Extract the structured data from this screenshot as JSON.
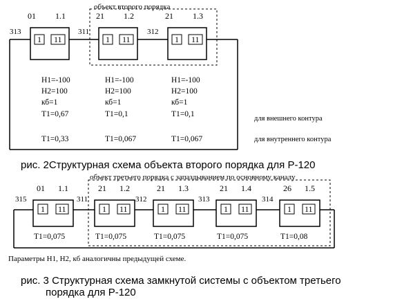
{
  "fig2": {
    "group_label": "объект второго порядка",
    "blocks": [
      {
        "num": "01",
        "idx": "1.1",
        "in_port": "313",
        "in_label": "1",
        "out_label": "11"
      },
      {
        "num": "21",
        "idx": "1.2",
        "in_port": "311",
        "in_label": "1",
        "out_label": "11"
      },
      {
        "num": "21",
        "idx": "1.3",
        "in_port": "312",
        "in_label": "1",
        "out_label": "11"
      }
    ],
    "params": [
      {
        "h1": "H1=-100",
        "h2": "H2=100",
        "kb": "кб=1",
        "t1_outer": "T1=0,67",
        "t1_inner": "T1=0,33"
      },
      {
        "h1": "H1=-100",
        "h2": "H2=100",
        "kb": "кб=1",
        "t1_outer": "T1=0,1",
        "t1_inner": "T1=0,067"
      },
      {
        "h1": "H1=-100",
        "h2": "H2=100",
        "kb": "кб=1",
        "t1_outer": "T1=0,1",
        "t1_inner": "T1=0,067"
      }
    ],
    "note_outer": "для внешнего контура",
    "note_inner": "для внутреннего контура",
    "caption": "рис. 2Структурная схема объекта второго порядка для Р-120"
  },
  "fig3": {
    "group_label": "объект третьего порядка с запаздыванием по основному каналу",
    "blocks": [
      {
        "num": "01",
        "idx": "1.1",
        "in_port": "315",
        "in_label": "1",
        "out_label": "11",
        "t1": "T1=0,075"
      },
      {
        "num": "21",
        "idx": "1.2",
        "in_port": "311",
        "in_label": "1",
        "out_label": "11",
        "t1": "T1=0,075"
      },
      {
        "num": "21",
        "idx": "1.3",
        "in_port": "312",
        "in_label": "1",
        "out_label": "11",
        "t1": "T1=0,075"
      },
      {
        "num": "21",
        "idx": "1.4",
        "in_port": "313",
        "in_label": "1",
        "out_label": "11",
        "t1": "T1=0,075"
      },
      {
        "num": "26",
        "idx": "1.5",
        "in_port": "314",
        "in_label": "1",
        "out_label": "11",
        "t1": "T1=0,08"
      }
    ],
    "note": "Параметры H1, H2, кб аналогичны предыдущей схеме.",
    "caption_line1": "рис. 3 Структурная схема замкнутой системы с объектом третьего",
    "caption_line2": "порядка для Р-120"
  }
}
